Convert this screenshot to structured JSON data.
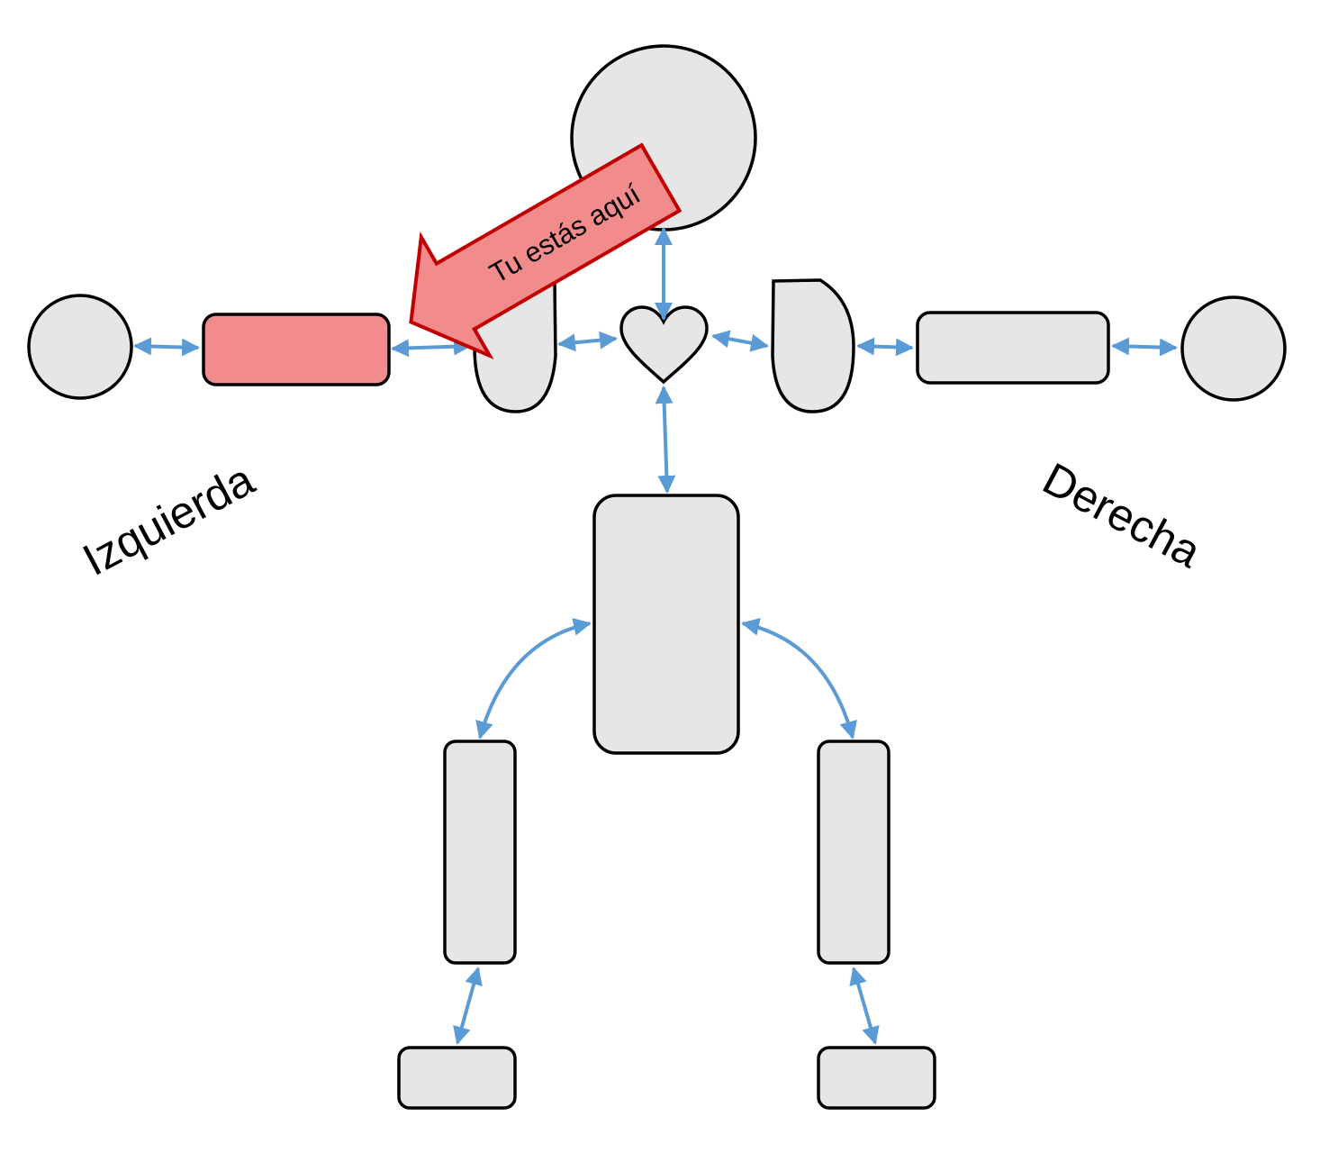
{
  "labels": {
    "left": "Izquierda",
    "right": "Derecha",
    "pointer": "Tu estás aquí"
  },
  "highlighted_part": "left-upper-arm",
  "colors": {
    "part_fill": "#e6e6e6",
    "part_stroke": "#000000",
    "highlight_fill": "#f28b8b",
    "pointer_fill": "#f28b8b",
    "pointer_stroke": "#c00000",
    "connector": "#5b9bd5",
    "background": "#ffffff"
  }
}
